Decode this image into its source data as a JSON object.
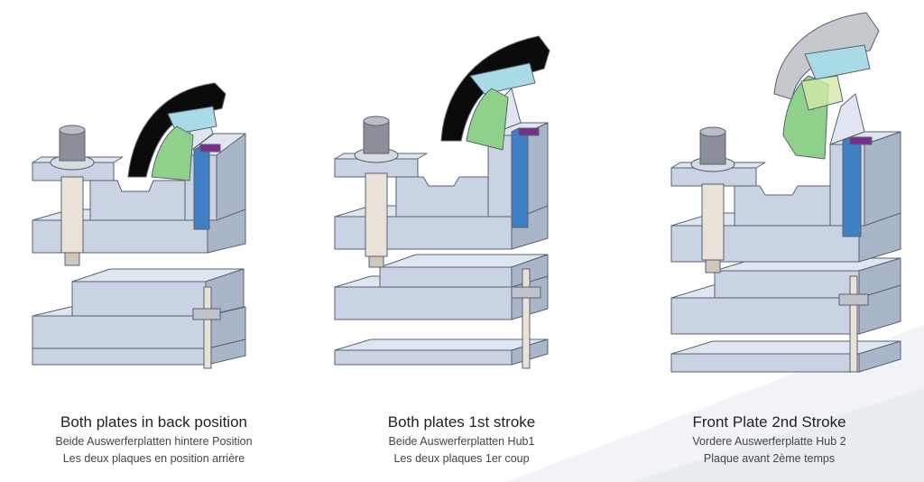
{
  "panels": [
    {
      "title": "Both plates in back position",
      "subtitle_de": "Beide Auswerferplatten hintere Position",
      "subtitle_fr": "Les deux plaques en position arrière"
    },
    {
      "title": "Both plates 1st stroke",
      "subtitle_de": "Beide Auswerferplatten Hub1",
      "subtitle_fr": "Les deux plaques 1er coup"
    },
    {
      "title": "Front Plate 2nd Stroke",
      "subtitle_de": "Vordere Auswerferplatte Hub 2",
      "subtitle_fr": "Plaque avant 2ème temps"
    }
  ],
  "colors": {
    "block": "#c9d3e3",
    "block_top": "#dfe6f1",
    "block_side": "#a9b5c9",
    "outline": "#5a6270",
    "green": "#8fd08a",
    "cyan": "#a9dbe6",
    "blue": "#3f7fc4",
    "purple": "#7a2e8c",
    "black": "#0b0b0b",
    "cylinder": "#e9e2d8"
  }
}
